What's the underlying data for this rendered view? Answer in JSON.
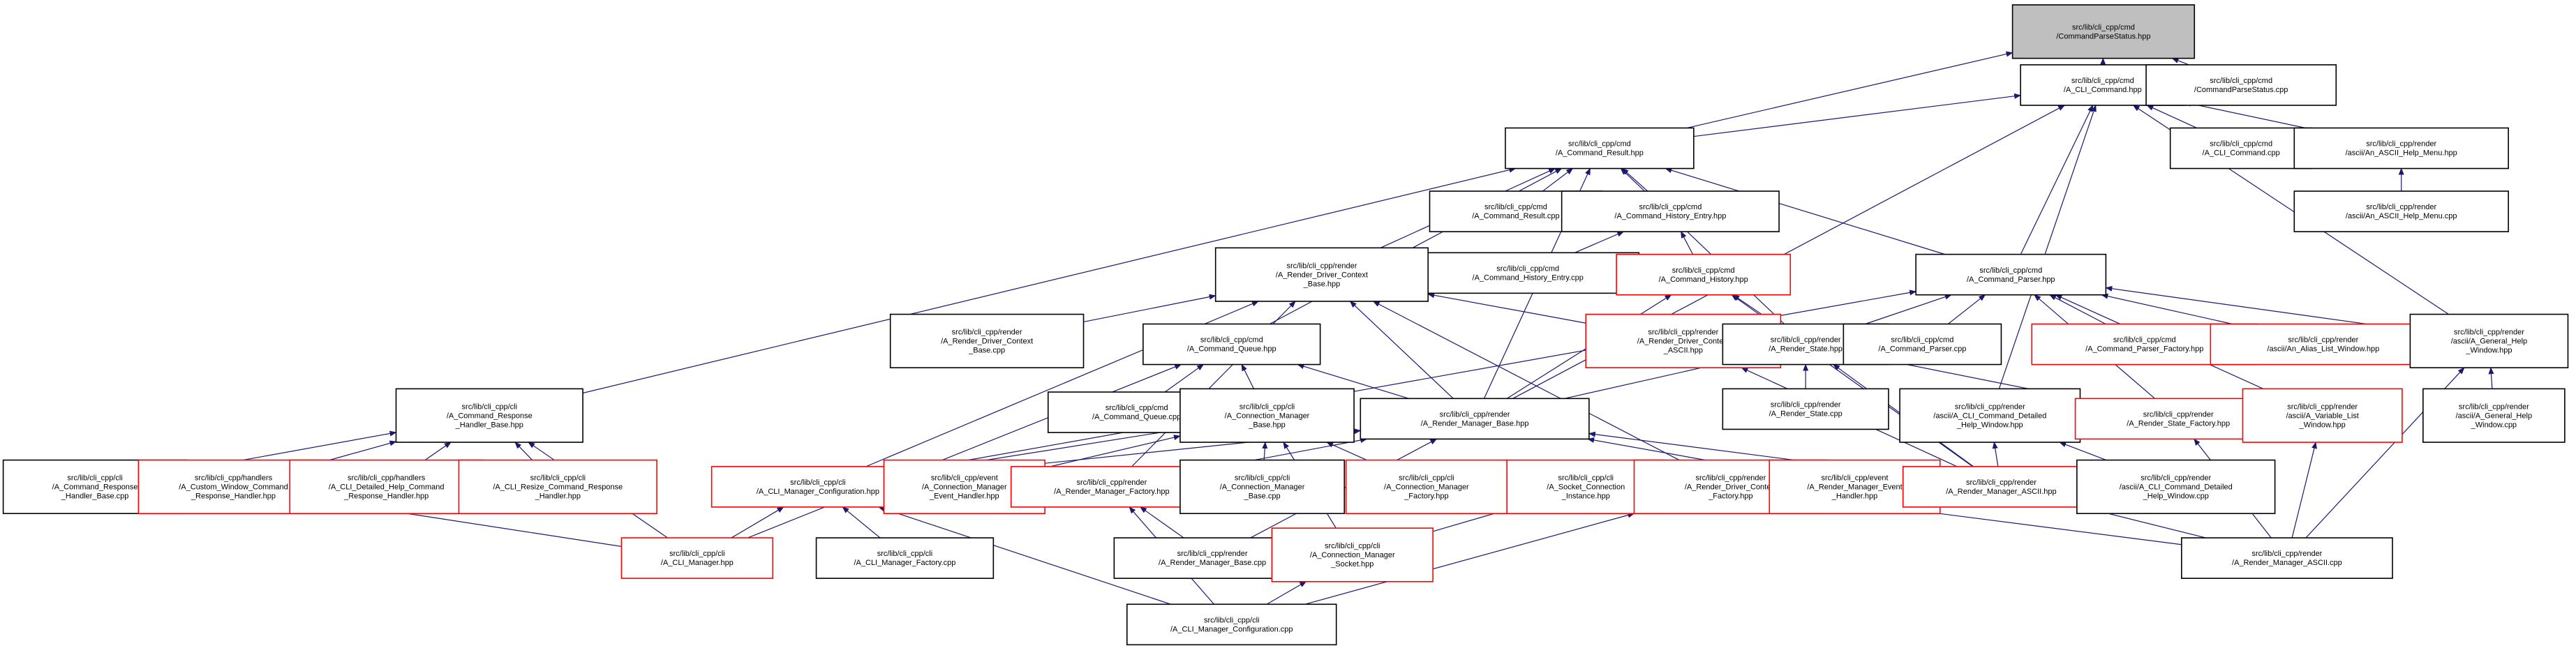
{
  "diagram": {
    "title": "",
    "colors": {
      "edge": "#191970",
      "root_fill": "#bfbfbf",
      "node_border": "#000000",
      "undocumented_border": "#ff0000"
    },
    "nodes": [
      {
        "id": "root",
        "lines": [
          "src/lib/cli_cpp/cmd",
          "/CommandParseStatus.hpp"
        ],
        "style": "root"
      },
      {
        "id": "cli_cmd_hpp",
        "lines": [
          "src/lib/cli_cpp/cmd",
          "/A_CLI_Command.hpp"
        ],
        "style": "black"
      },
      {
        "id": "cps_cpp",
        "lines": [
          "src/lib/cli_cpp/cmd",
          "/CommandParseStatus.cpp"
        ],
        "style": "black"
      },
      {
        "id": "cmd_result_hpp",
        "lines": [
          "src/lib/cli_cpp/cmd",
          "/A_Command_Result.hpp"
        ],
        "style": "black"
      },
      {
        "id": "cli_cmd_cpp",
        "lines": [
          "src/lib/cli_cpp/cmd",
          "/A_CLI_Command.cpp"
        ],
        "style": "black"
      },
      {
        "id": "ascii_help_menu_hpp",
        "lines": [
          "src/lib/cli_cpp/render",
          "/ascii/An_ASCII_Help_Menu.hpp"
        ],
        "style": "black"
      },
      {
        "id": "ascii_help_menu_cpp",
        "lines": [
          "src/lib/cli_cpp/render",
          "/ascii/An_ASCII_Help_Menu.cpp"
        ],
        "style": "black"
      },
      {
        "id": "cmd_result_cpp",
        "lines": [
          "src/lib/cli_cpp/cmd",
          "/A_Command_Result.cpp"
        ],
        "style": "black"
      },
      {
        "id": "cmd_hist_entry_hpp",
        "lines": [
          "src/lib/cli_cpp/cmd",
          "/A_Command_History_Entry.hpp"
        ],
        "style": "black"
      },
      {
        "id": "cmd_hist_entry_cpp",
        "lines": [
          "src/lib/cli_cpp/cmd",
          "/A_Command_History_Entry.cpp"
        ],
        "style": "black"
      },
      {
        "id": "cmd_history_hpp",
        "lines": [
          "src/lib/cli_cpp/cmd",
          "/A_Command_History.hpp"
        ],
        "style": "red"
      },
      {
        "id": "render_driver_ctx_base_hpp",
        "lines": [
          "src/lib/cli_cpp/render",
          "/A_Render_Driver_Context",
          "_Base.hpp"
        ],
        "style": "black"
      },
      {
        "id": "cmd_parser_hpp",
        "lines": [
          "src/lib/cli_cpp/cmd",
          "/A_Command_Parser.hpp"
        ],
        "style": "black"
      },
      {
        "id": "render_driver_ctx_base_cpp",
        "lines": [
          "src/lib/cli_cpp/render",
          "/A_Render_Driver_Context",
          "_Base.cpp"
        ],
        "style": "black"
      },
      {
        "id": "render_driver_ctx_ascii_hpp",
        "lines": [
          "src/lib/cli_cpp/render",
          "/A_Render_Driver_Context",
          "_ASCII.hpp"
        ],
        "style": "red"
      },
      {
        "id": "render_state_hpp",
        "lines": [
          "src/lib/cli_cpp/render",
          "/A_Render_State.hpp"
        ],
        "style": "black"
      },
      {
        "id": "cmd_parser_cpp",
        "lines": [
          "src/lib/cli_cpp/cmd",
          "/A_Command_Parser.cpp"
        ],
        "style": "black"
      },
      {
        "id": "cmd_parser_factory_hpp",
        "lines": [
          "src/lib/cli_cpp/cmd",
          "/A_Command_Parser_Factory.hpp"
        ],
        "style": "red"
      },
      {
        "id": "alias_list_window_hpp",
        "lines": [
          "src/lib/cli_cpp/render",
          "/ascii/An_Alias_List_Window.hpp"
        ],
        "style": "red"
      },
      {
        "id": "general_help_window_hpp",
        "lines": [
          "src/lib/cli_cpp/render",
          "/ascii/A_General_Help",
          "_Window.hpp"
        ],
        "style": "black"
      },
      {
        "id": "cmd_queue_hpp",
        "lines": [
          "src/lib/cli_cpp/cmd",
          "/A_Command_Queue.hpp"
        ],
        "style": "black"
      },
      {
        "id": "render_state_cpp",
        "lines": [
          "src/lib/cli_cpp/render",
          "/A_Render_State.cpp"
        ],
        "style": "black"
      },
      {
        "id": "cmd_resp_handler_base_hpp",
        "lines": [
          "src/lib/cli_cpp/cli",
          "/A_Command_Response",
          "_Handler_Base.hpp"
        ],
        "style": "black"
      },
      {
        "id": "cmd_queue_cpp",
        "lines": [
          "src/lib/cli_cpp/cmd",
          "/A_Command_Queue.cpp"
        ],
        "style": "black"
      },
      {
        "id": "conn_mgr_base_hpp",
        "lines": [
          "src/lib/cli_cpp/cli",
          "/A_Connection_Manager",
          "_Base.hpp"
        ],
        "style": "black"
      },
      {
        "id": "render_mgr_base_hpp",
        "lines": [
          "src/lib/cli_cpp/render",
          "/A_Render_Manager_Base.hpp"
        ],
        "style": "black"
      },
      {
        "id": "cli_cmd_detailed_help_window_hpp",
        "lines": [
          "src/lib/cli_cpp/render",
          "/ascii/A_CLI_Command_Detailed",
          "_Help_Window.hpp"
        ],
        "style": "black"
      },
      {
        "id": "render_state_factory_hpp",
        "lines": [
          "src/lib/cli_cpp/render",
          "/A_Render_State_Factory.hpp"
        ],
        "style": "red"
      },
      {
        "id": "variable_list_window_hpp",
        "lines": [
          "src/lib/cli_cpp/render",
          "/ascii/A_Variable_List",
          "_Window.hpp"
        ],
        "style": "red"
      },
      {
        "id": "general_help_window_cpp",
        "lines": [
          "src/lib/cli_cpp/render",
          "/ascii/A_General_Help",
          "_Window.cpp"
        ],
        "style": "black"
      },
      {
        "id": "cmd_resp_handler_base_cpp",
        "lines": [
          "src/lib/cli_cpp/cli",
          "/A_Command_Response",
          "_Handler_Base.cpp"
        ],
        "style": "black"
      },
      {
        "id": "custom_window_cmd_resp_handler_hpp",
        "lines": [
          "src/lib/cli_cpp/handlers",
          "/A_Custom_Window_Command",
          "_Response_Handler.hpp"
        ],
        "style": "red"
      },
      {
        "id": "cli_detailed_help_cmd_resp_handler_hpp",
        "lines": [
          "src/lib/cli_cpp/handlers",
          "/A_CLI_Detailed_Help_Command",
          "_Response_Handler.hpp"
        ],
        "style": "red"
      },
      {
        "id": "cli_resize_cmd_resp_handler_hpp",
        "lines": [
          "src/lib/cli_cpp/cli",
          "/A_CLI_Resize_Command_Response",
          "_Handler.hpp"
        ],
        "style": "red"
      },
      {
        "id": "cli_mgr_config_hpp",
        "lines": [
          "src/lib/cli_cpp/cli",
          "/A_CLI_Manager_Configuration.hpp"
        ],
        "style": "red"
      },
      {
        "id": "conn_mgr_event_handler_hpp",
        "lines": [
          "src/lib/cli_cpp/event",
          "/A_Connection_Manager",
          "_Event_Handler.hpp"
        ],
        "style": "red"
      },
      {
        "id": "render_mgr_factory_hpp",
        "lines": [
          "src/lib/cli_cpp/render",
          "/A_Render_Manager_Factory.hpp"
        ],
        "style": "red"
      },
      {
        "id": "conn_mgr_base_cpp",
        "lines": [
          "src/lib/cli_cpp/cli",
          "/A_Connection_Manager",
          "_Base.cpp"
        ],
        "style": "black"
      },
      {
        "id": "conn_mgr_factory_hpp",
        "lines": [
          "src/lib/cli_cpp/cli",
          "/A_Connection_Manager",
          "_Factory.hpp"
        ],
        "style": "red"
      },
      {
        "id": "socket_conn_instance_hpp",
        "lines": [
          "src/lib/cli_cpp/cli",
          "/A_Socket_Connection",
          "_Instance.hpp"
        ],
        "style": "red"
      },
      {
        "id": "render_driver_ctx_factory_hpp",
        "lines": [
          "src/lib/cli_cpp/render",
          "/A_Render_Driver_Context",
          "_Factory.hpp"
        ],
        "style": "red"
      },
      {
        "id": "render_mgr_event_handler_hpp",
        "lines": [
          "src/lib/cli_cpp/event",
          "/A_Render_Manager_Event",
          "_Handler.hpp"
        ],
        "style": "red"
      },
      {
        "id": "render_mgr_ascii_hpp",
        "lines": [
          "src/lib/cli_cpp/render",
          "/A_Render_Manager_ASCII.hpp"
        ],
        "style": "red"
      },
      {
        "id": "cli_cmd_detailed_help_window_cpp",
        "lines": [
          "src/lib/cli_cpp/render",
          "/ascii/A_CLI_Command_Detailed",
          "_Help_Window.cpp"
        ],
        "style": "black"
      },
      {
        "id": "cli_mgr_hpp",
        "lines": [
          "src/lib/cli_cpp/cli",
          "/A_CLI_Manager.hpp"
        ],
        "style": "red"
      },
      {
        "id": "cli_mgr_factory_cpp",
        "lines": [
          "src/lib/cli_cpp/cli",
          "/A_CLI_Manager_Factory.cpp"
        ],
        "style": "black"
      },
      {
        "id": "render_mgr_base_cpp",
        "lines": [
          "src/lib/cli_cpp/render",
          "/A_Render_Manager_Base.cpp"
        ],
        "style": "black"
      },
      {
        "id": "conn_mgr_socket_hpp",
        "lines": [
          "src/lib/cli_cpp/cli",
          "/A_Connection_Manager",
          "_Socket.hpp"
        ],
        "style": "red"
      },
      {
        "id": "render_mgr_ascii_cpp",
        "lines": [
          "src/lib/cli_cpp/render",
          "/A_Render_Manager_ASCII.cpp"
        ],
        "style": "black"
      },
      {
        "id": "cli_mgr_config_cpp",
        "lines": [
          "src/lib/cli_cpp/cli",
          "/A_CLI_Manager_Configuration.cpp"
        ],
        "style": "black"
      }
    ],
    "edges": [
      [
        "cli_cmd_hpp",
        "root"
      ],
      [
        "cps_cpp",
        "root"
      ],
      [
        "cmd_result_hpp",
        "root"
      ],
      [
        "cmd_result_hpp",
        "cli_cmd_hpp"
      ],
      [
        "cli_cmd_cpp",
        "cli_cmd_hpp"
      ],
      [
        "ascii_help_menu_hpp",
        "cli_cmd_hpp"
      ],
      [
        "cmd_parser_hpp",
        "cli_cmd_hpp"
      ],
      [
        "general_help_window_hpp",
        "cli_cmd_hpp"
      ],
      [
        "render_mgr_base_hpp",
        "cli_cmd_hpp"
      ],
      [
        "cli_cmd_detailed_help_window_hpp",
        "cli_cmd_hpp"
      ],
      [
        "ascii_help_menu_cpp",
        "ascii_help_menu_hpp"
      ],
      [
        "cmd_result_cpp",
        "cmd_result_hpp"
      ],
      [
        "cmd_hist_entry_hpp",
        "cmd_result_hpp"
      ],
      [
        "render_driver_ctx_base_hpp",
        "cmd_result_hpp"
      ],
      [
        "cmd_queue_hpp",
        "cmd_result_hpp"
      ],
      [
        "cmd_resp_handler_base_hpp",
        "cmd_result_hpp"
      ],
      [
        "render_mgr_base_hpp",
        "cmd_result_hpp"
      ],
      [
        "cmd_parser_hpp",
        "cmd_result_hpp"
      ],
      [
        "render_state_hpp",
        "cmd_result_hpp"
      ],
      [
        "cmd_hist_entry_cpp",
        "cmd_hist_entry_hpp"
      ],
      [
        "cmd_history_hpp",
        "cmd_hist_entry_hpp"
      ],
      [
        "render_state_hpp",
        "cmd_history_hpp"
      ],
      [
        "render_mgr_base_hpp",
        "cmd_history_hpp"
      ],
      [
        "render_mgr_ascii_hpp",
        "cmd_history_hpp"
      ],
      [
        "render_driver_ctx_base_cpp",
        "render_driver_ctx_base_hpp"
      ],
      [
        "render_driver_ctx_ascii_hpp",
        "render_driver_ctx_base_hpp"
      ],
      [
        "render_mgr_base_hpp",
        "render_driver_ctx_base_hpp"
      ],
      [
        "cli_mgr_config_hpp",
        "render_driver_ctx_base_hpp"
      ],
      [
        "render_mgr_factory_hpp",
        "render_driver_ctx_base_hpp"
      ],
      [
        "render_driver_ctx_factory_hpp",
        "render_driver_ctx_base_hpp"
      ],
      [
        "render_mgr_ascii_hpp",
        "render_driver_ctx_ascii_hpp"
      ],
      [
        "cmd_parser_cpp",
        "cmd_parser_hpp"
      ],
      [
        "cmd_parser_factory_hpp",
        "cmd_parser_hpp"
      ],
      [
        "alias_list_window_hpp",
        "cmd_parser_hpp"
      ],
      [
        "general_help_window_hpp",
        "cmd_parser_hpp"
      ],
      [
        "render_state_hpp",
        "cmd_parser_hpp"
      ],
      [
        "variable_list_window_hpp",
        "cmd_parser_hpp"
      ],
      [
        "render_state_factory_hpp",
        "cmd_parser_hpp"
      ],
      [
        "cli_mgr_config_hpp",
        "cmd_parser_hpp"
      ],
      [
        "render_state_cpp",
        "render_state_hpp"
      ],
      [
        "render_state_factory_hpp",
        "render_state_hpp"
      ],
      [
        "render_mgr_base_hpp",
        "render_state_hpp"
      ],
      [
        "render_mgr_ascii_hpp",
        "render_state_hpp"
      ],
      [
        "general_help_window_cpp",
        "general_help_window_hpp"
      ],
      [
        "render_mgr_ascii_cpp",
        "general_help_window_hpp"
      ],
      [
        "cmd_queue_cpp",
        "cmd_queue_hpp"
      ],
      [
        "conn_mgr_base_hpp",
        "cmd_queue_hpp"
      ],
      [
        "render_mgr_base_hpp",
        "cmd_queue_hpp"
      ],
      [
        "cli_mgr_hpp",
        "cmd_queue_hpp"
      ],
      [
        "cmd_resp_handler_base_cpp",
        "cmd_resp_handler_base_hpp"
      ],
      [
        "custom_window_cmd_resp_handler_hpp",
        "cmd_resp_handler_base_hpp"
      ],
      [
        "cli_detailed_help_cmd_resp_handler_hpp",
        "cmd_resp_handler_base_hpp"
      ],
      [
        "cli_resize_cmd_resp_handler_hpp",
        "cmd_resp_handler_base_hpp"
      ],
      [
        "cli_mgr_hpp",
        "cmd_resp_handler_base_hpp"
      ],
      [
        "cli_mgr_config_hpp",
        "conn_mgr_base_hpp"
      ],
      [
        "conn_mgr_event_handler_hpp",
        "conn_mgr_base_hpp"
      ],
      [
        "conn_mgr_base_cpp",
        "conn_mgr_base_hpp"
      ],
      [
        "conn_mgr_factory_hpp",
        "conn_mgr_base_hpp"
      ],
      [
        "conn_mgr_socket_hpp",
        "conn_mgr_base_hpp"
      ],
      [
        "cli_mgr_config_hpp",
        "render_mgr_base_hpp"
      ],
      [
        "render_mgr_factory_hpp",
        "render_mgr_base_hpp"
      ],
      [
        "render_mgr_event_handler_hpp",
        "render_mgr_base_hpp"
      ],
      [
        "render_mgr_ascii_hpp",
        "render_mgr_base_hpp"
      ],
      [
        "render_mgr_base_cpp",
        "render_mgr_base_hpp"
      ],
      [
        "cli_cmd_detailed_help_window_cpp",
        "cli_cmd_detailed_help_window_hpp"
      ],
      [
        "render_mgr_ascii_hpp",
        "cli_cmd_detailed_help_window_hpp"
      ],
      [
        "render_mgr_ascii_cpp",
        "variable_list_window_hpp"
      ],
      [
        "render_mgr_ascii_cpp",
        "render_state_factory_hpp"
      ],
      [
        "cli_mgr_hpp",
        "cli_mgr_config_hpp"
      ],
      [
        "cli_mgr_factory_cpp",
        "cli_mgr_config_hpp"
      ],
      [
        "cli_mgr_config_cpp",
        "cli_mgr_config_hpp"
      ],
      [
        "render_mgr_base_cpp",
        "render_mgr_factory_hpp"
      ],
      [
        "cli_mgr_config_cpp",
        "render_mgr_factory_hpp"
      ],
      [
        "conn_mgr_socket_hpp",
        "socket_conn_instance_hpp"
      ],
      [
        "cli_mgr_config_cpp",
        "render_driver_ctx_factory_hpp"
      ],
      [
        "render_mgr_ascii_cpp",
        "render_driver_ctx_factory_hpp"
      ],
      [
        "render_mgr_ascii_cpp",
        "render_mgr_ascii_hpp"
      ],
      [
        "cli_mgr_hpp",
        "custom_window_cmd_resp_handler_hpp"
      ],
      [
        "cli_mgr_config_cpp",
        "conn_mgr_socket_hpp"
      ]
    ]
  }
}
